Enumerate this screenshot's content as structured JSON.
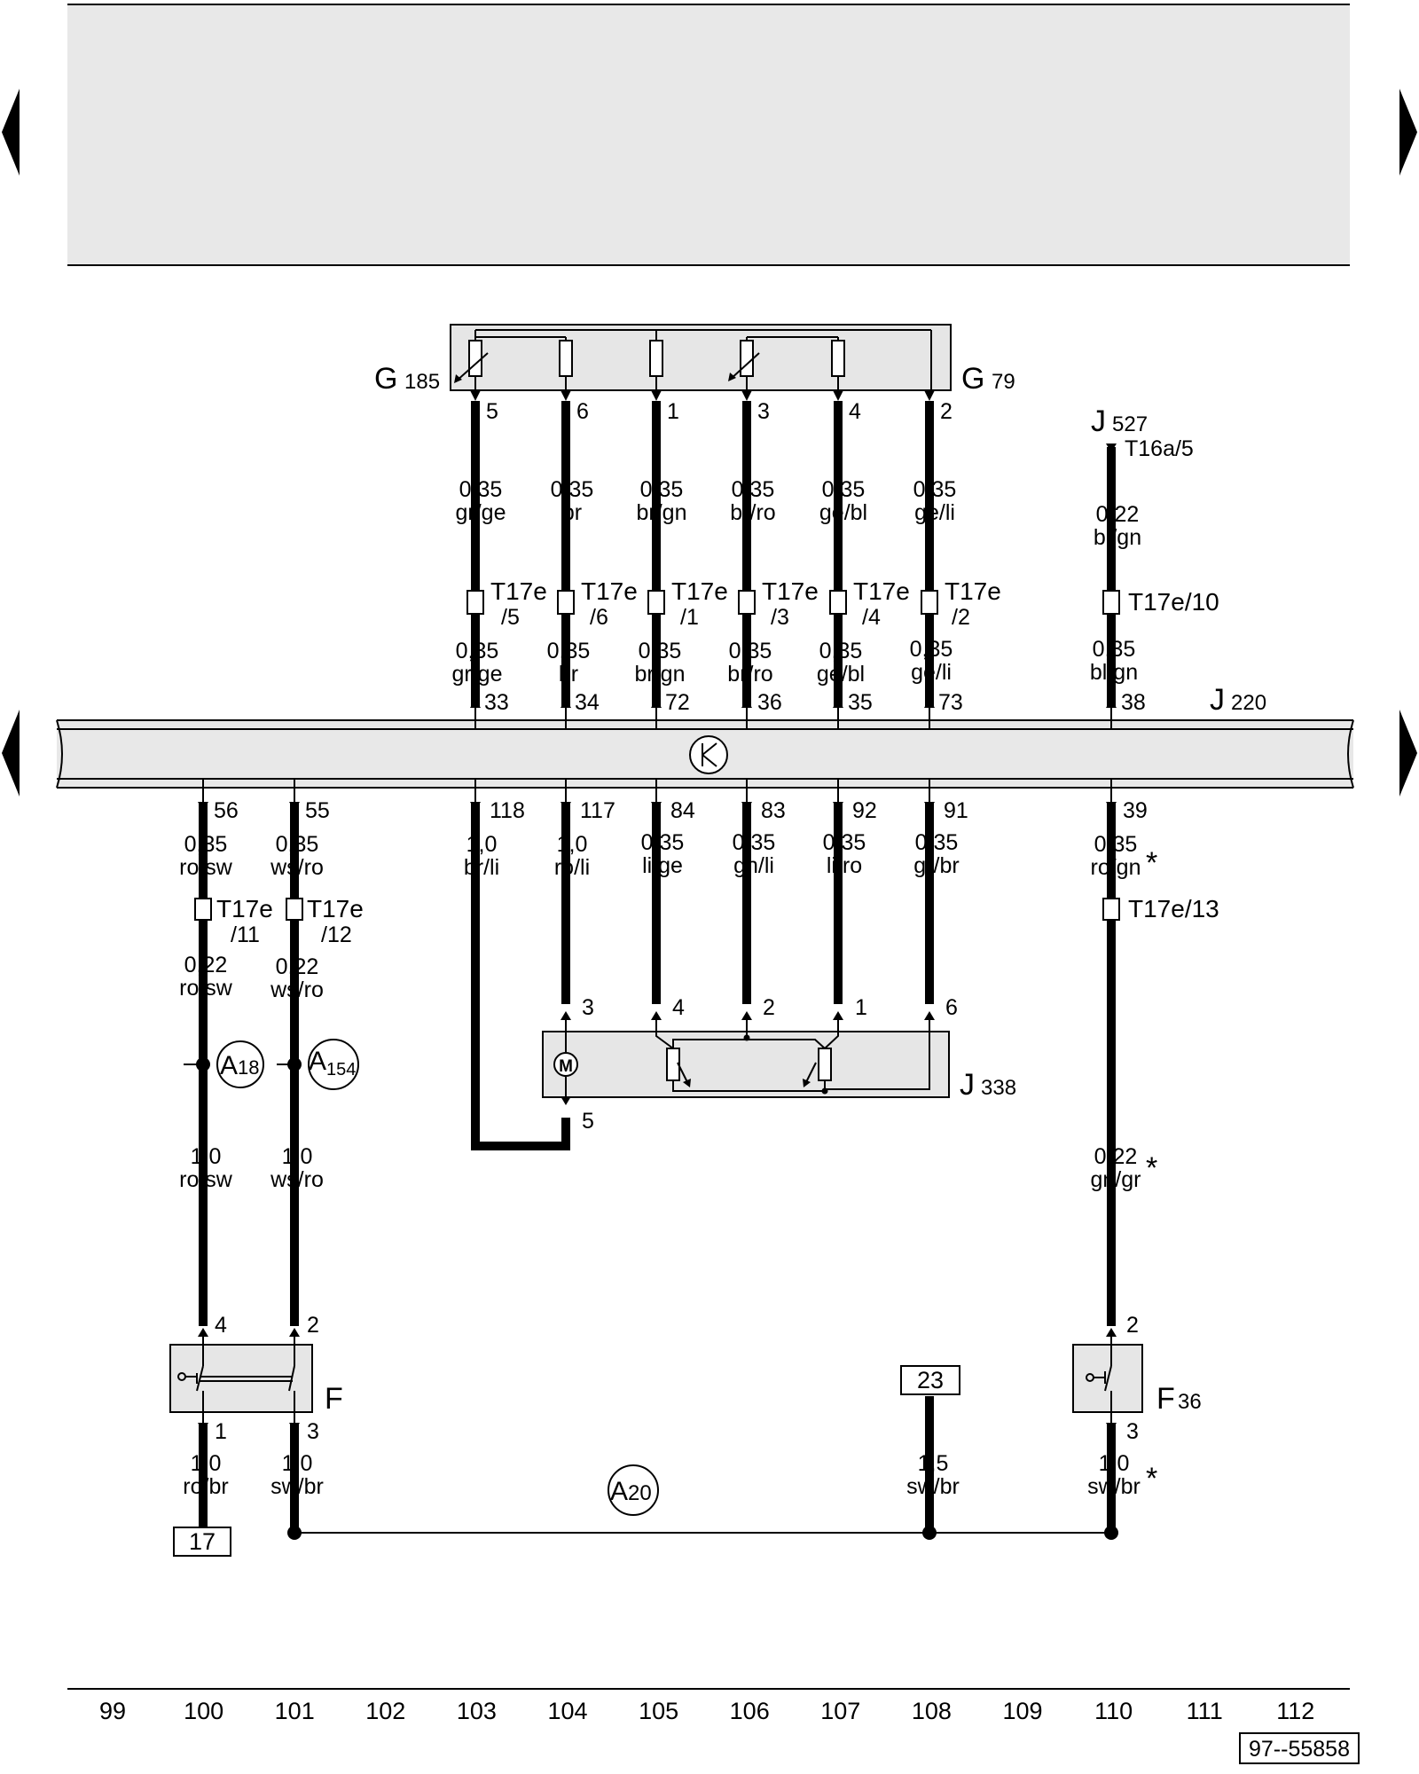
{
  "page_ref": "97--55858",
  "components": {
    "G185": {
      "letter": "G",
      "number": "185"
    },
    "G79": {
      "letter": "G",
      "number": "79"
    },
    "J527": {
      "letter": "J",
      "number": "527",
      "terminal": "T16a/5"
    },
    "J220": {
      "letter": "J",
      "number": "220"
    },
    "J338": {
      "letter": "J",
      "number": "338"
    },
    "F": {
      "letter": "F"
    },
    "F36": {
      "letter": "F",
      "number": "36"
    }
  },
  "upper_wires": [
    {
      "pin_top": "5",
      "size": "0,35",
      "color": "gr/ge",
      "conn": "T17e",
      "conn_pin": "/5",
      "size2": "0,35",
      "color2": "gr/ge",
      "pin_j220": "33"
    },
    {
      "pin_top": "6",
      "size": "0,35",
      "color": "br",
      "conn": "T17e",
      "conn_pin": "/6",
      "size2": "0,35",
      "color2": "br",
      "pin_j220": "34"
    },
    {
      "pin_top": "1",
      "size": "0,35",
      "color": "br/gn",
      "conn": "T17e",
      "conn_pin": "/1",
      "size2": "0,35",
      "color2": "br/gn",
      "pin_j220": "72"
    },
    {
      "pin_top": "3",
      "size": "0,35",
      "color": "br/ro",
      "conn": "T17e",
      "conn_pin": "/3",
      "size2": "0,35",
      "color2": "br/ro",
      "pin_j220": "36"
    },
    {
      "pin_top": "4",
      "size": "0,35",
      "color": "ge/bl",
      "conn": "T17e",
      "conn_pin": "/4",
      "size2": "0,35",
      "color2": "ge/bl",
      "pin_j220": "35"
    },
    {
      "pin_top": "2",
      "size": "0,35",
      "color": "ge/li",
      "conn": "T17e",
      "conn_pin": "/2",
      "size2": "0,35",
      "color2": "ge/li",
      "pin_j220": "73"
    },
    {
      "size": "0,22",
      "color": "bl/gn",
      "conn": "T17e/10",
      "size2": "0,35",
      "color2": "bl/gn",
      "pin_j220": "38"
    }
  ],
  "lower_wires": [
    {
      "pin": "56",
      "size": "0,35",
      "color": "ro/sw",
      "conn": "T17e",
      "conn_pin": "/11",
      "size2": "0,22",
      "color2": "ro/sw",
      "junction": "A18",
      "junction_letter": "A",
      "junction_num": "18",
      "size3": "1,0",
      "color3": "ro/sw",
      "switch_pin": "4"
    },
    {
      "pin": "55",
      "size": "0,35",
      "color": "ws/ro",
      "conn": "T17e",
      "conn_pin": "/12",
      "size2": "0,22",
      "color2": "ws/ro",
      "junction": "A154",
      "junction_letter": "A",
      "junction_num": "154",
      "size3": "1,0",
      "color3": "ws/ro",
      "switch_pin": "2"
    },
    {
      "pin": "118",
      "size": "1,0",
      "color": "br/li"
    },
    {
      "pin": "117",
      "size": "1,0",
      "color": "ro/li",
      "motor_pin": "3"
    },
    {
      "pin": "84",
      "size": "0,35",
      "color": "li/ge",
      "motor_pin": "4"
    },
    {
      "pin": "83",
      "size": "0,35",
      "color": "gn/li",
      "motor_pin": "2"
    },
    {
      "pin": "92",
      "size": "0,35",
      "color": "li/ro",
      "motor_pin": "1"
    },
    {
      "pin": "91",
      "size": "0,35",
      "color": "gr/br",
      "motor_pin": "6"
    },
    {
      "pin": "39",
      "size": "0,35",
      "color": "ro/gn",
      "star": "*",
      "conn": "T17e/13",
      "size3": "0,22",
      "color3": "gn/gr",
      "star3": "*",
      "switch_pin": "2"
    }
  ],
  "motor": {
    "symbol": "M",
    "pin_bottom": "5"
  },
  "switch_F": {
    "pin_out_left": "1",
    "pin_out_right": "3"
  },
  "switch_F36": {
    "pin_out": "3"
  },
  "ground_wires": [
    {
      "size": "1,0",
      "color": "ro/br",
      "ref": "17"
    },
    {
      "size": "1,0",
      "color": "sw/br"
    },
    {
      "size": "1,5",
      "color": "sw/br",
      "ref": "23"
    },
    {
      "size": "1,0",
      "color": "sw/br",
      "star": "*"
    }
  ],
  "ground_junction": {
    "label": "A20",
    "letter": "A",
    "number": "20"
  },
  "columns": [
    "99",
    "100",
    "101",
    "102",
    "103",
    "104",
    "105",
    "106",
    "107",
    "108",
    "109",
    "110",
    "111",
    "112"
  ]
}
